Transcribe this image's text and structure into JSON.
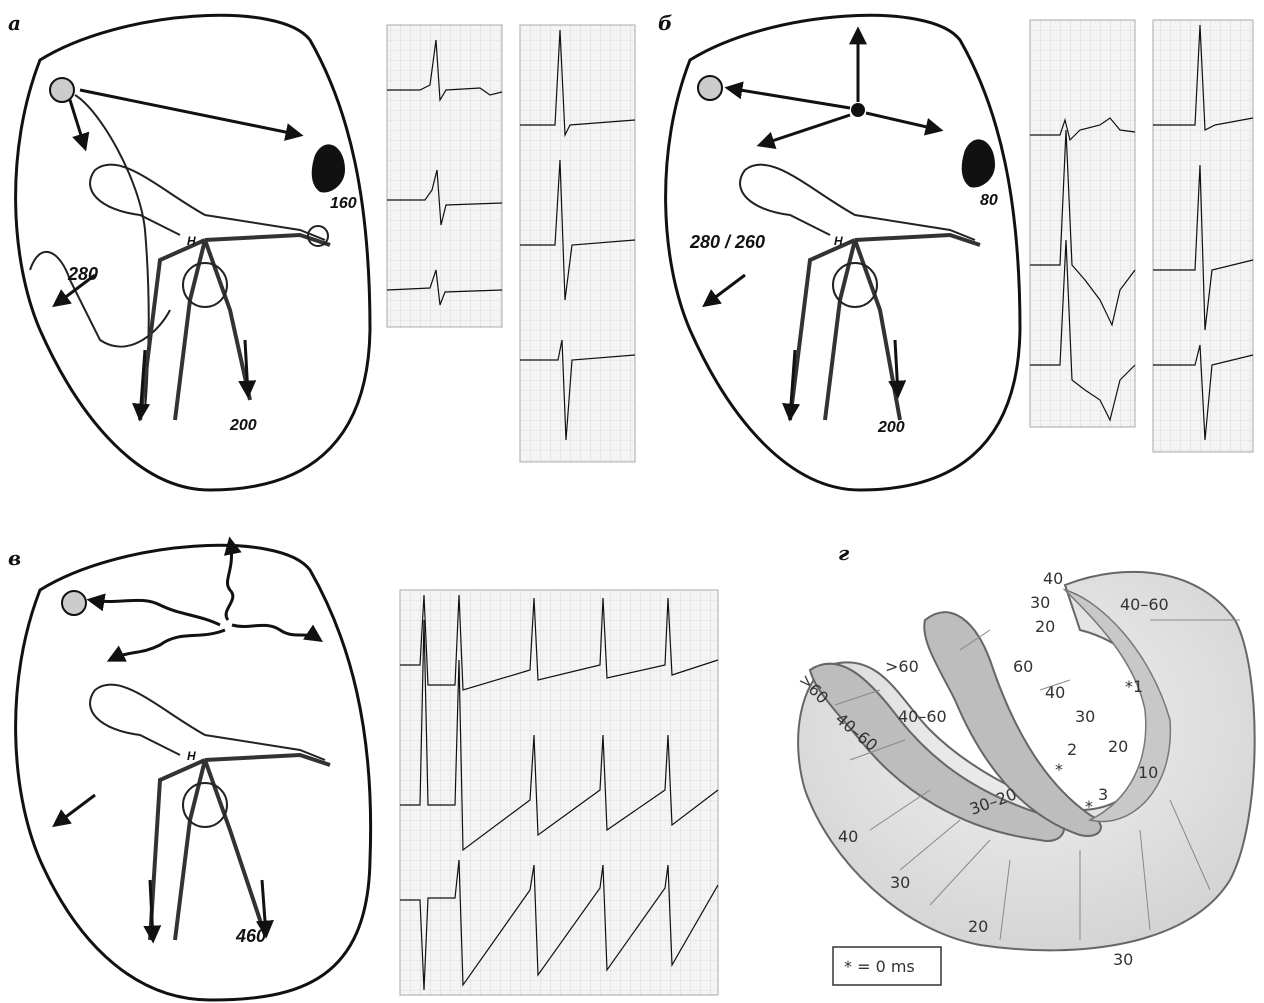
{
  "panels": {
    "a": {
      "label": "а",
      "values": [
        "160",
        "280",
        "200"
      ],
      "h": "H"
    },
    "b": {
      "label": "б",
      "values": [
        "80",
        "280 / 260",
        "200"
      ],
      "h": "H"
    },
    "v": {
      "label": "в",
      "values": [
        "460"
      ],
      "h": "H"
    },
    "g": {
      "label": "г",
      "map_labels": [
        "40",
        "40–60",
        "30",
        "20",
        "60",
        ">60",
        ">60",
        "40–60",
        "40",
        "30",
        "*1",
        "2",
        "20",
        "10",
        "*",
        "3",
        "*",
        "30–20",
        "40–60",
        "40",
        "30",
        "20",
        "30"
      ],
      "legend": "* = 0 ms"
    }
  }
}
